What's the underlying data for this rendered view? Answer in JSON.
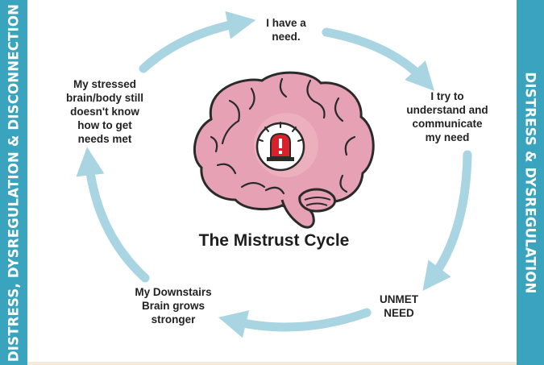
{
  "left_bar": {
    "text": "DISTRESS, DYSREGULATION & DISCONNECTION"
  },
  "right_bar": {
    "text": "DISTRESS & DYSREGULATION"
  },
  "title": "The Mistrust Cycle",
  "cycle": {
    "steps": [
      {
        "text": "I have a\nneed."
      },
      {
        "text": "I try to\nunderstand and\ncommunicate\nmy need"
      },
      {
        "text": "UNMET\nNEED"
      },
      {
        "text": "My Downstairs\nBrain grows\nstronger"
      },
      {
        "text": "My stressed\nbrain/body still\ndoesn't know\nhow to get\nneeds met"
      }
    ]
  },
  "icons": {
    "center": "brain-icon",
    "alarm": "alarm-siren-icon",
    "arrows": "curved-arrow-icon"
  },
  "colors": {
    "bar": "#3aa3bd",
    "arrow": "#a9d4e2",
    "brain": "#e6a2b4",
    "brain_outline": "#2a2a2a",
    "siren": "#d9202b"
  }
}
